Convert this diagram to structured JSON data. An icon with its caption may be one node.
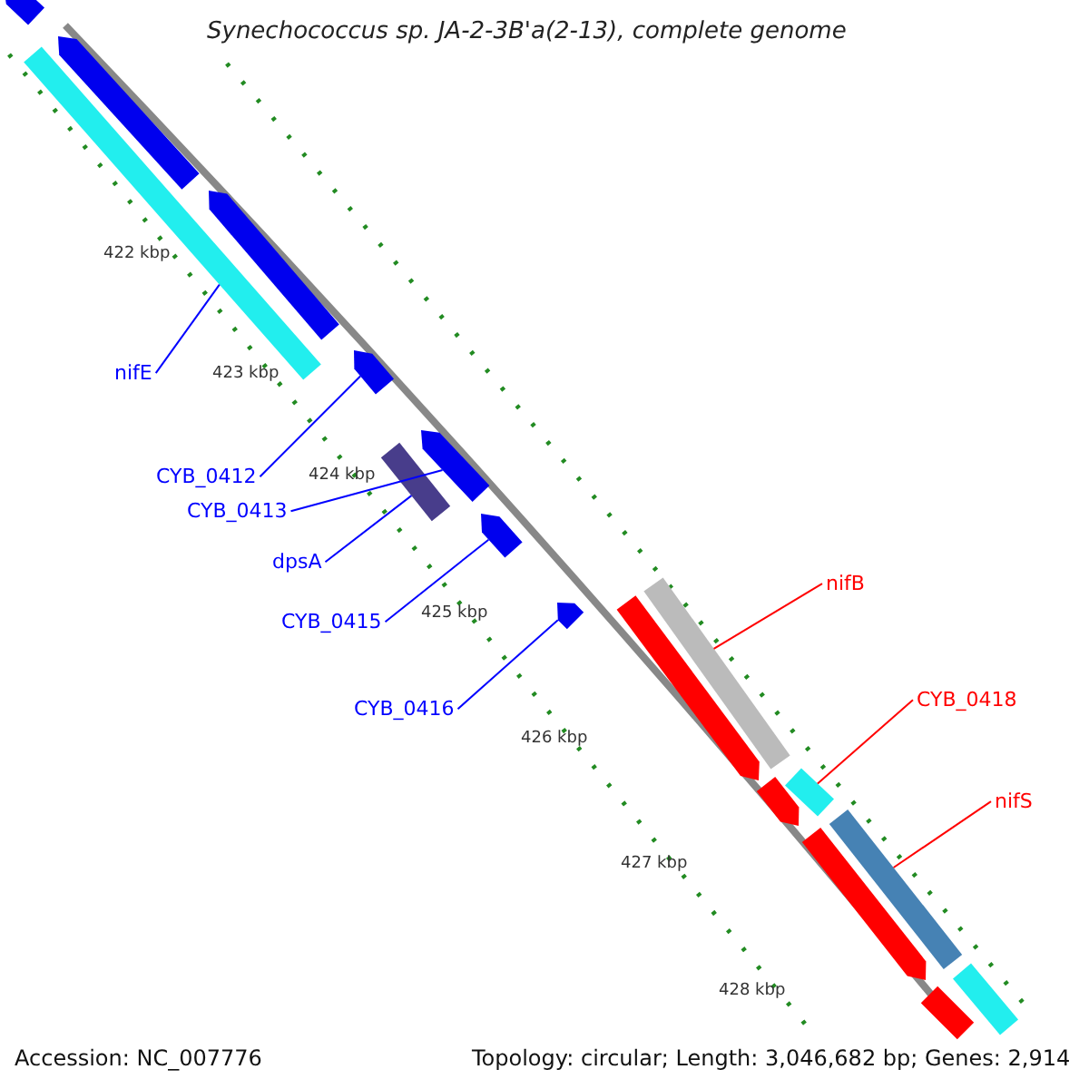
{
  "diagram": {
    "title": "Synechococcus sp. JA-2-3B'a(2-13), complete genome",
    "nodes": [
      {
        "text": [
          "nifE"
        ]
      },
      {
        "text": [],
        "shape": "bar"
      },
      {
        "text": [
          "CYB_0412"
        ]
      },
      {
        "text": [],
        "shape": "bar"
      },
      {
        "text": [
          "CYB_0413"
        ]
      },
      {
        "text": [],
        "shape": "bar"
      },
      {
        "text": [
          "dpsA"
        ]
      },
      {
        "text": [],
        "shape": "bar"
      },
      {
        "text": [
          "CYB_0415"
        ]
      },
      {
        "text": [],
        "shape": "bar"
      },
      {
        "text": [
          "CYB_0416"
        ]
      },
      {
        "text": [],
        "shape": "bar"
      },
      {
        "text": [
          "nifB"
        ]
      },
      {
        "text": [],
        "shape": "bar"
      },
      {
        "text": [
          "CYB_0418"
        ]
      },
      {
        "text": [],
        "shape": "bar"
      },
      {
        "text": [
          "nifS"
        ]
      },
      {
        "text": [],
        "shape": "bar"
      },
      {
        "text": [],
        "shape": "bar"
      },
      {
        "text": [],
        "shape": "bar"
      },
      {
        "text": [],
        "shape": "bar"
      },
      {
        "text": [],
        "shape": "bar"
      },
      {
        "text": [],
        "shape": "bar"
      },
      {
        "text": [],
        "shape": "bar"
      },
      {
        "text": [],
        "shape": "bar"
      },
      {
        "text": [],
        "shape": "bar"
      }
    ],
    "edges": [
      {
        "from": 0,
        "to": 1,
        "arrow": "none"
      },
      {
        "from": 2,
        "to": 3,
        "arrow": "none"
      },
      {
        "from": 4,
        "to": 5,
        "arrow": "none"
      },
      {
        "from": 6,
        "to": 7,
        "arrow": "none"
      },
      {
        "from": 8,
        "to": 9,
        "arrow": "none"
      },
      {
        "from": 10,
        "to": 11,
        "arrow": "none"
      },
      {
        "from": 12,
        "to": 13,
        "arrow": "none",
        "color": "#ff0000"
      },
      {
        "from": 14,
        "to": 15,
        "arrow": "none",
        "color": "#ff0000"
      },
      {
        "from": 16,
        "to": 17,
        "arrow": "none",
        "color": "#ff0000"
      }
    ],
    "labels": [
      "422 kbp",
      "423 kbp",
      "424 kbp",
      "425 kbp",
      "426 kbp",
      "427 kbp",
      "428 kbp",
      "Accession: NC_007776",
      "Topology: circular; Length: 3,046,682 bp; Genes: 2,914"
    ]
  }
}
